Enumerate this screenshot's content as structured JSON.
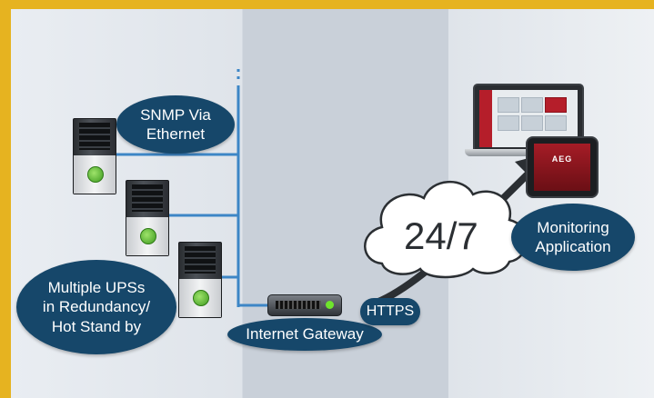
{
  "labels": {
    "snmp": "SNMP Via\nEthernet",
    "ups": "Multiple UPSs\nin Redundancy/\nHot Stand by",
    "gateway": "Internet Gateway",
    "https": "HTTPS",
    "monitoring": "Monitoring\nApplication",
    "cloud": "24/7",
    "tablet_logo": "AEG"
  },
  "colors": {
    "label_fill": "#16476a",
    "line": "#3d86c6",
    "border": "#e6b320",
    "cloud_fill": "#ffffff",
    "arrow": "#2b2f33"
  },
  "icons": [
    "ups-server-icon",
    "internet-gateway-icon",
    "cloud-icon",
    "laptop-icon",
    "tablet-icon",
    "arrow-icon"
  ]
}
